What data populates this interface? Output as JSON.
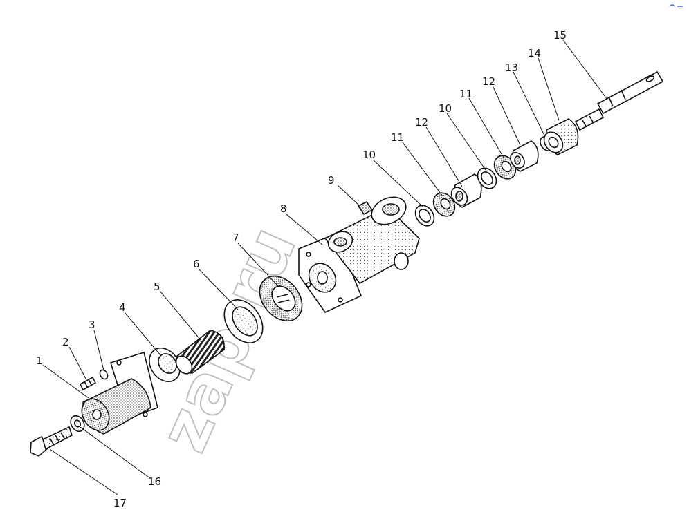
{
  "diagram": {
    "type": "exploded-parts-diagram",
    "watermark": "zap.ru",
    "callouts": [
      {
        "id": "1",
        "text": "1"
      },
      {
        "id": "2",
        "text": "2"
      },
      {
        "id": "3",
        "text": "3"
      },
      {
        "id": "4",
        "text": "4"
      },
      {
        "id": "5",
        "text": "5"
      },
      {
        "id": "6",
        "text": "6"
      },
      {
        "id": "7",
        "text": "7"
      },
      {
        "id": "8",
        "text": "8"
      },
      {
        "id": "9",
        "text": "9"
      },
      {
        "id": "10a",
        "text": "10"
      },
      {
        "id": "10b",
        "text": "10"
      },
      {
        "id": "11a",
        "text": "11"
      },
      {
        "id": "11b",
        "text": "11"
      },
      {
        "id": "12a",
        "text": "12"
      },
      {
        "id": "12b",
        "text": "12"
      },
      {
        "id": "13",
        "text": "13"
      },
      {
        "id": "14",
        "text": "14"
      },
      {
        "id": "15",
        "text": "15"
      },
      {
        "id": "16",
        "text": "16"
      },
      {
        "id": "17",
        "text": "17"
      }
    ]
  }
}
